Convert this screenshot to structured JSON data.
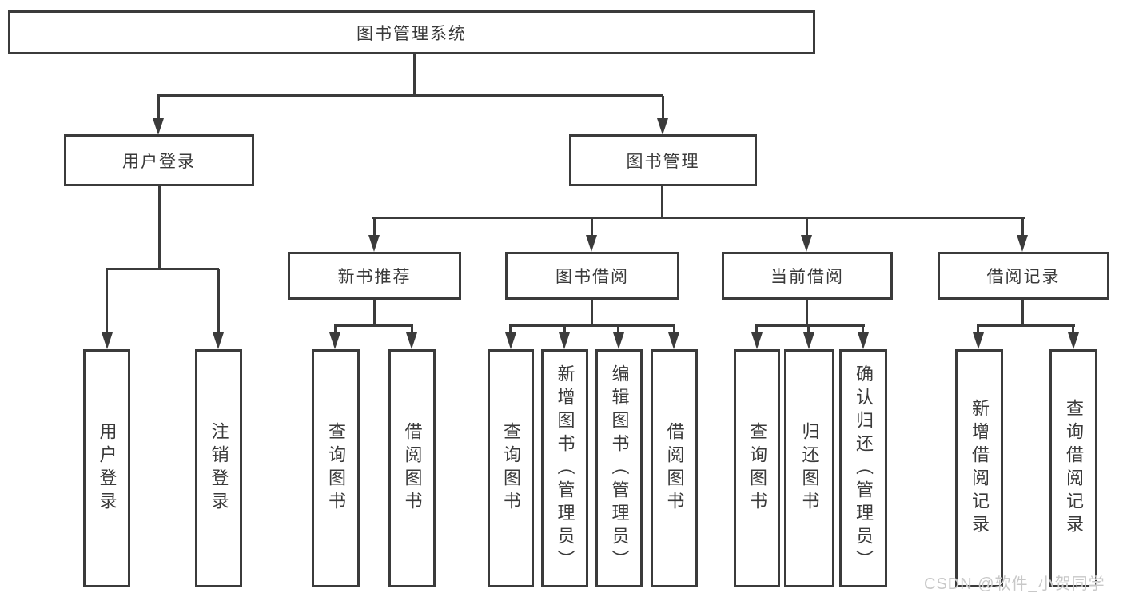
{
  "title": "图书管理系统",
  "tree": {
    "root": "图书管理系统",
    "branches": [
      {
        "label": "用户登录",
        "leaves": [
          "用户登录",
          "注销登录"
        ]
      },
      {
        "label": "图书管理",
        "groups": [
          {
            "label": "新书推荐",
            "leaves": [
              "查询图书",
              "借阅图书"
            ]
          },
          {
            "label": "图书借阅",
            "leaves": [
              "查询图书",
              "新增图书（管理员）",
              "编辑图书（管理员）",
              "借阅图书"
            ]
          },
          {
            "label": "当前借阅",
            "leaves": [
              "查询图书",
              "归还图书",
              "确认归还（管理员）"
            ]
          },
          {
            "label": "借阅记录",
            "leaves": [
              "新增借阅记录",
              "查询借阅记录"
            ]
          }
        ]
      }
    ]
  },
  "watermark": "CSDN @软件_小贺同学",
  "colors": {
    "line": "#3b3b3b",
    "text": "#3a3a3a",
    "background": "#ffffff",
    "watermark": "#c8c8c8"
  }
}
